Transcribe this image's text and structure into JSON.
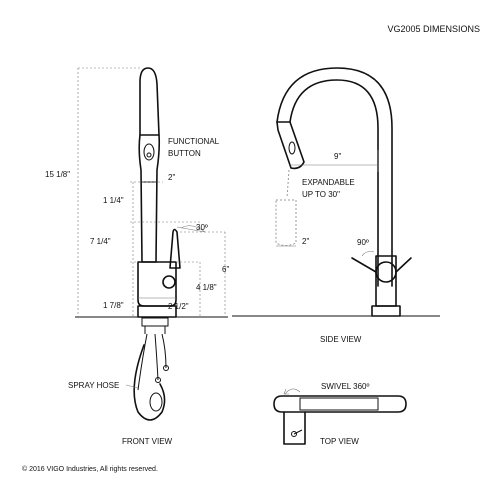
{
  "title": "VG2005 DIMENSIONS",
  "labels": {
    "functional_button_1": "FUNCTIONAL",
    "functional_button_2": "BUTTON",
    "expandable_1": "EXPANDABLE",
    "expandable_2": "UP TO 30\"",
    "side_view": "SIDE VIEW",
    "front_view": "FRONT VIEW",
    "top_view": "TOP VIEW",
    "spray_hose": "SPRAY HOSE",
    "swivel": "SWIVEL 360º"
  },
  "dimensions": {
    "total_height": "15 1/8\"",
    "handle_to_spout": "2\"",
    "segment_1": "1 1/4\"",
    "angle_30": "30º",
    "segment_2": "7 1/4\"",
    "handle_height": "6\"",
    "body_height": "4 1/8\"",
    "base_height": "1 7/8\"",
    "base_width": "2 1/2\"",
    "reach": "9\"",
    "spray_head": "2\"",
    "angle_90": "90º"
  },
  "copyright": "© 2016 VIGO Industries, All rights reserved."
}
